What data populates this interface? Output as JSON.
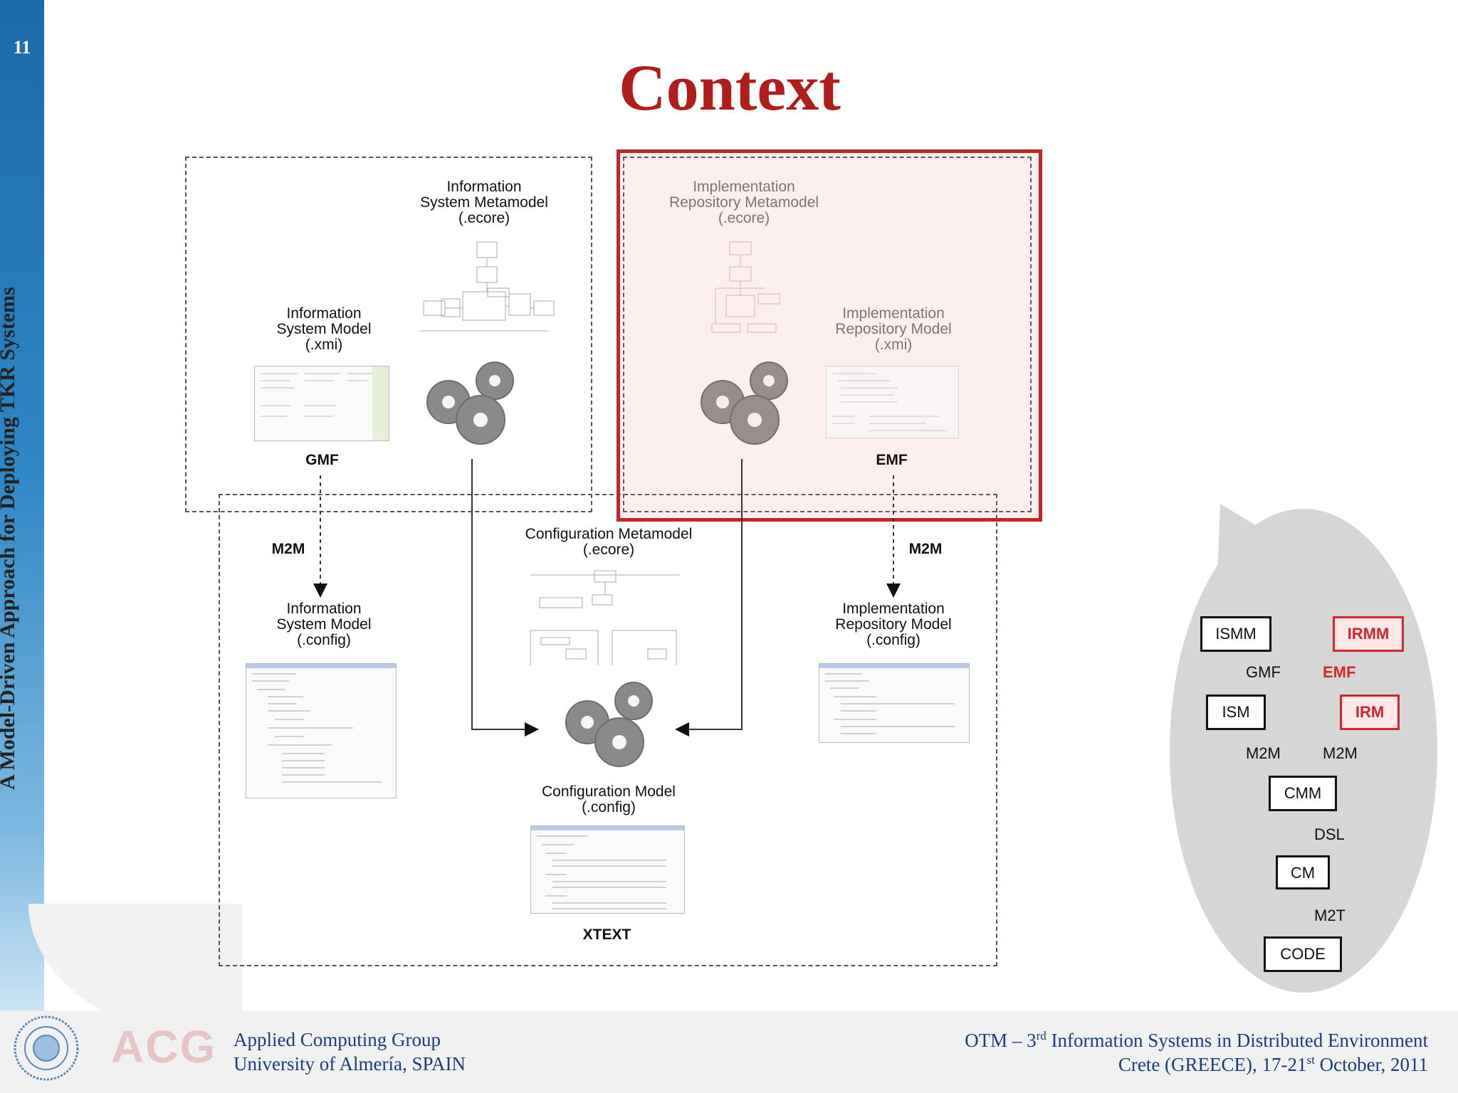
{
  "slide": {
    "number": "11",
    "title": "Context",
    "vertical_title": "A Model-Driven Approach for Deploying TKR Systems"
  },
  "diagram": {
    "ismm_label": "Information\nSystem Metamodel\n(.ecore)",
    "irmm_label": "Implementation\nRepository Metamodel\n(.ecore)",
    "ism_label": "Information\nSystem Model\n(.xmi)",
    "irm_label": "Implementation\nRepository Model\n(.xmi)",
    "gmf": "GMF",
    "emf": "EMF",
    "m2m_left": "M2M",
    "m2m_right": "M2M",
    "cmm_label": "Configuration Metamodel\n(.ecore)",
    "ism_config_label": "Information\nSystem Model\n(.config)",
    "irm_config_label": "Implementation\nRepository Model\n(.config)",
    "cm_label": "Configuration Model\n(.config)",
    "xtext": "XTEXT"
  },
  "mini": {
    "ismm": "ISMM",
    "irmm": "IRMM",
    "ism": "ISM",
    "irm": "IRM",
    "cmm": "CMM",
    "cm": "CM",
    "code": "CODE",
    "gmf": "GMF",
    "emf": "EMF",
    "m2m_left": "M2M",
    "m2m_right": "M2M",
    "dsl": "DSL",
    "m2t": "M2T"
  },
  "footer": {
    "logo": "ACG",
    "group": "Applied Computing Group",
    "university": "University of Almería, SPAIN",
    "conf_line1_pre": "OTM – 3",
    "conf_line1_sup": "rd",
    "conf_line1_post": " Information Systems in Distributed Environment",
    "conf_line2_pre": "Crete (GREECE), 17-21",
    "conf_line2_sup": "st",
    "conf_line2_post": " October, 2011"
  },
  "colors": {
    "title": "#b11c1c",
    "highlight": "#c0272d",
    "sidebar": "#2f86c5",
    "footer_text": "#1a3d7c"
  }
}
